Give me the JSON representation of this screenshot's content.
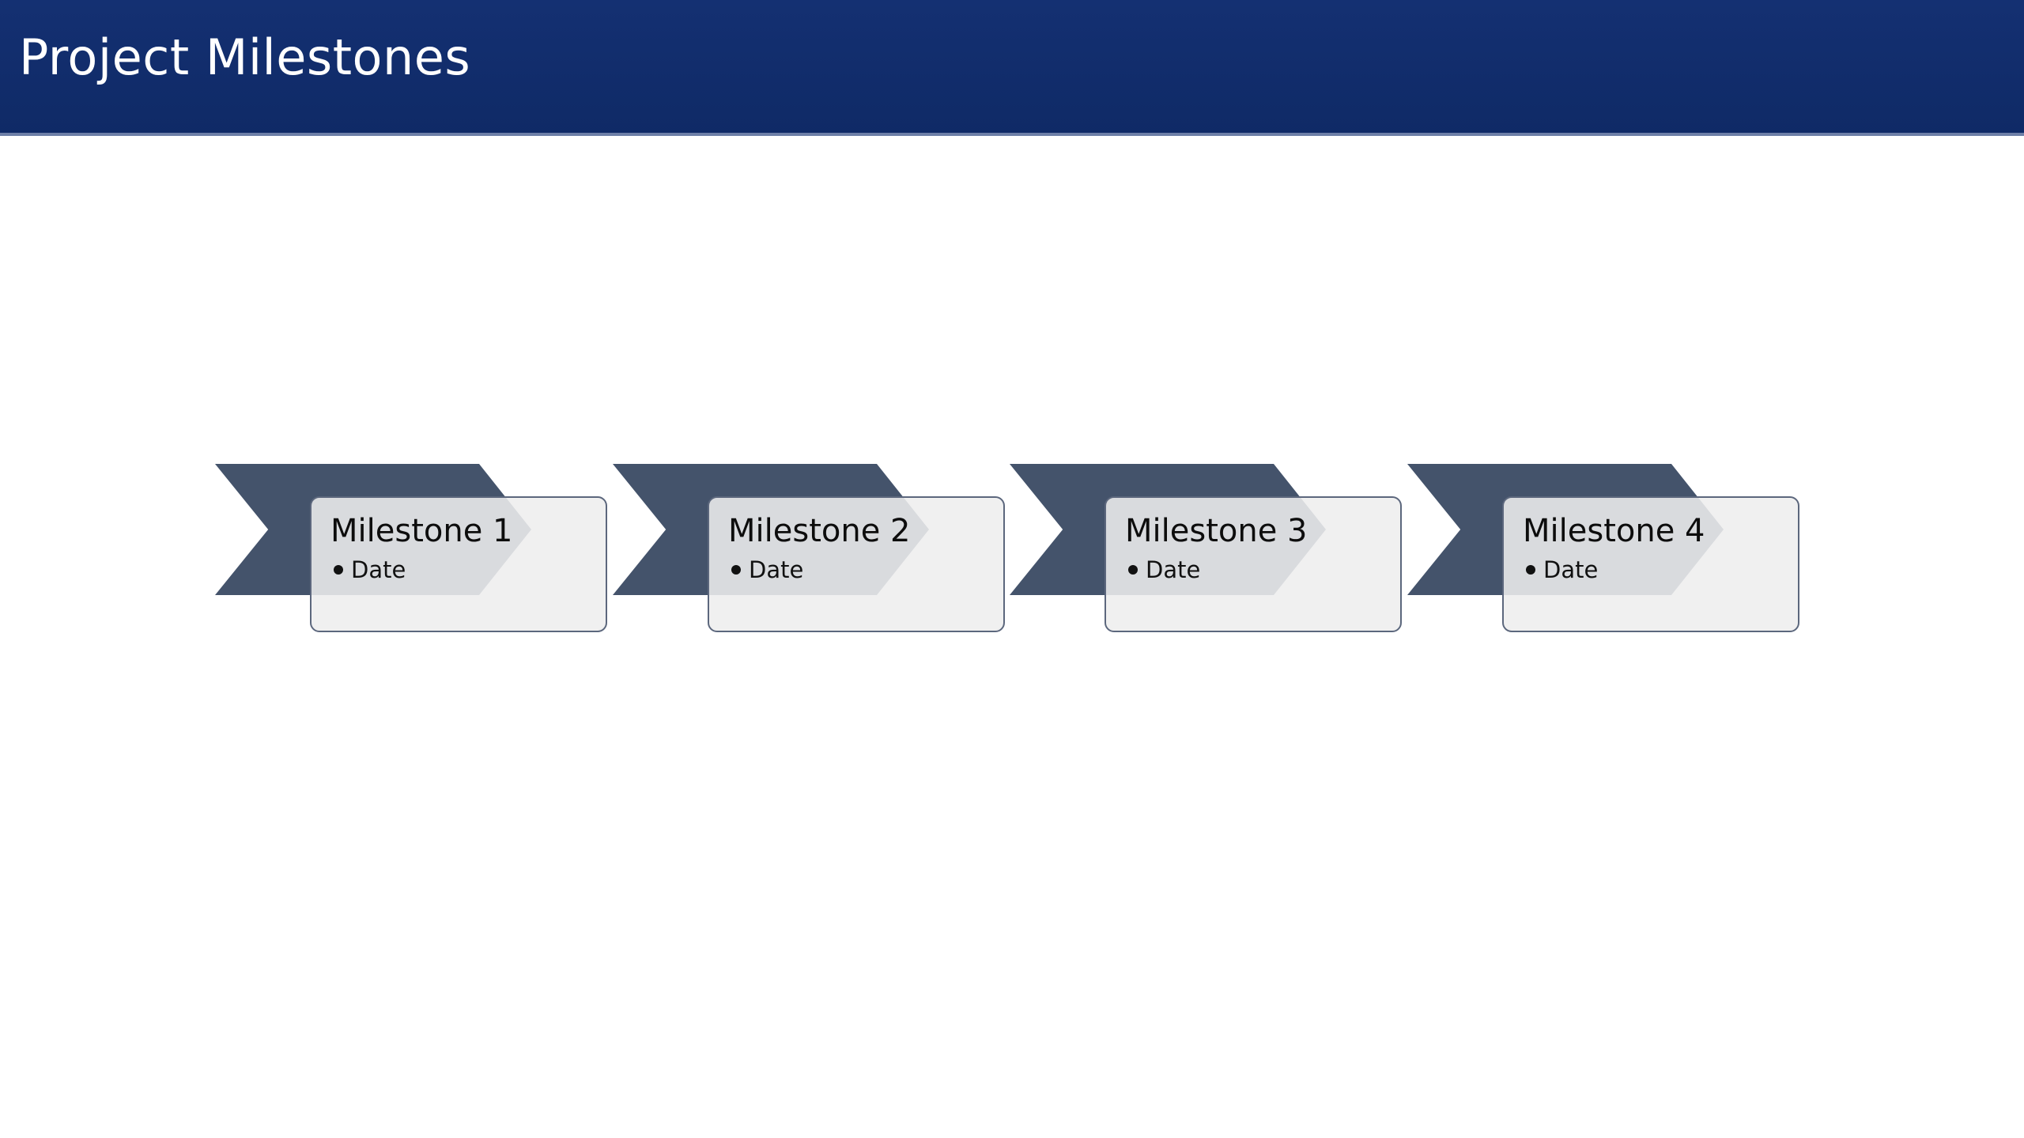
{
  "header": {
    "title": "Project Milestones",
    "background_color": "#112D6E",
    "title_color": "#FFFFFF"
  },
  "diagram": {
    "type": "chevron-process",
    "chevron_color": "#44536B",
    "card_fill_color": "#EEEEEE",
    "card_border_color": "#5C677D",
    "steps": [
      {
        "title": "Milestone 1",
        "bullet": "Date"
      },
      {
        "title": "Milestone 2",
        "bullet": "Date"
      },
      {
        "title": "Milestone 3",
        "bullet": "Date"
      },
      {
        "title": "Milestone 4",
        "bullet": "Date"
      }
    ]
  }
}
